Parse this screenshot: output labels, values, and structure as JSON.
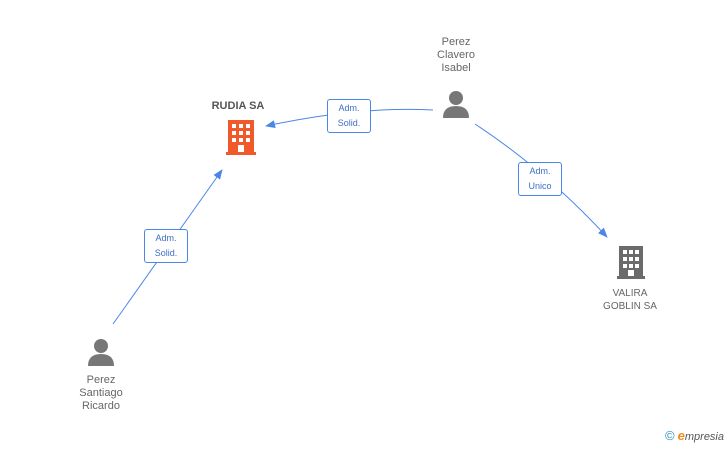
{
  "nodes": {
    "rudia": {
      "label": "RUDIA SA",
      "type": "company",
      "color": "#f05a2a"
    },
    "valira": {
      "label": "VALIRA\nGOBLIN SA",
      "type": "company",
      "color": "#666666"
    },
    "clavero": {
      "label": "Perez\nClavero\nIsabel",
      "type": "person",
      "color": "#777777"
    },
    "santiago": {
      "label": "Perez\nSantiago\nRicardo",
      "type": "person",
      "color": "#777777"
    }
  },
  "edges": {
    "clavero_rudia": "Adm.\nSolid.",
    "santiago_rudia": "Adm.\nSolid.",
    "clavero_valira": "Adm.\nUnico"
  },
  "colors": {
    "edge": "#4a86e8"
  },
  "brand": {
    "copyright": "©",
    "e": "e",
    "name": "mpresia"
  }
}
